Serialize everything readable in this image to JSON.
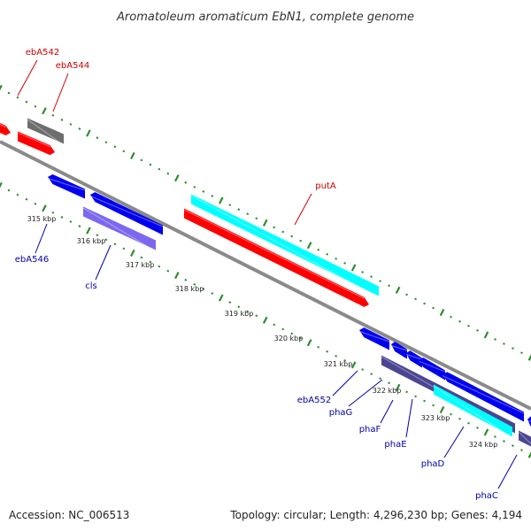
{
  "title": "Aromatoleum aromaticum EbN1, complete genome",
  "footer": {
    "accession": "Accession: NC_006513",
    "summary": "Topology: circular; Length: 4,296,230 bp; Genes: 4,194"
  },
  "colors": {
    "backbone": "#8a8a8a",
    "tick": "#2e8b2e",
    "label_plus": "#cc0000",
    "label_minus": "#0000aa",
    "red": "#ff0000",
    "gray": "#6e6e6e",
    "blue": "#0000ee",
    "purple": "#7b68ee",
    "cyan": "#00ffff",
    "darkpurple": "#4b4592"
  },
  "scale": {
    "labels": [
      "315 kbp",
      "316 kbp",
      "317 kbp",
      "318 kbp",
      "319 kbp",
      "320 kbp",
      "321 kbp",
      "322 kbp",
      "323 kbp",
      "324 kbp"
    ]
  },
  "genes": {
    "plus": [
      {
        "name": "",
        "color": "red"
      },
      {
        "name": "ebA544",
        "color": "red"
      },
      {
        "name": "ebA542",
        "color": "gray"
      },
      {
        "name": "putA",
        "color": "red"
      },
      {
        "name": "",
        "color": "cyan"
      }
    ],
    "minus": [
      {
        "name": "ebA546",
        "color": "blue"
      },
      {
        "name": "",
        "color": "blue"
      },
      {
        "name": "cls",
        "color": "purple"
      },
      {
        "name": "ebA552",
        "color": "blue"
      },
      {
        "name": "phaG",
        "color": "blue"
      },
      {
        "name": "phaF",
        "color": "blue"
      },
      {
        "name": "phaE",
        "color": "blue"
      },
      {
        "name": "phaD",
        "color": "darkpurple"
      },
      {
        "name": "phaC",
        "color": "cyan"
      },
      {
        "name": "",
        "color": "blue"
      },
      {
        "name": "",
        "color": "blue"
      },
      {
        "name": "",
        "color": "darkpurple"
      }
    ]
  }
}
